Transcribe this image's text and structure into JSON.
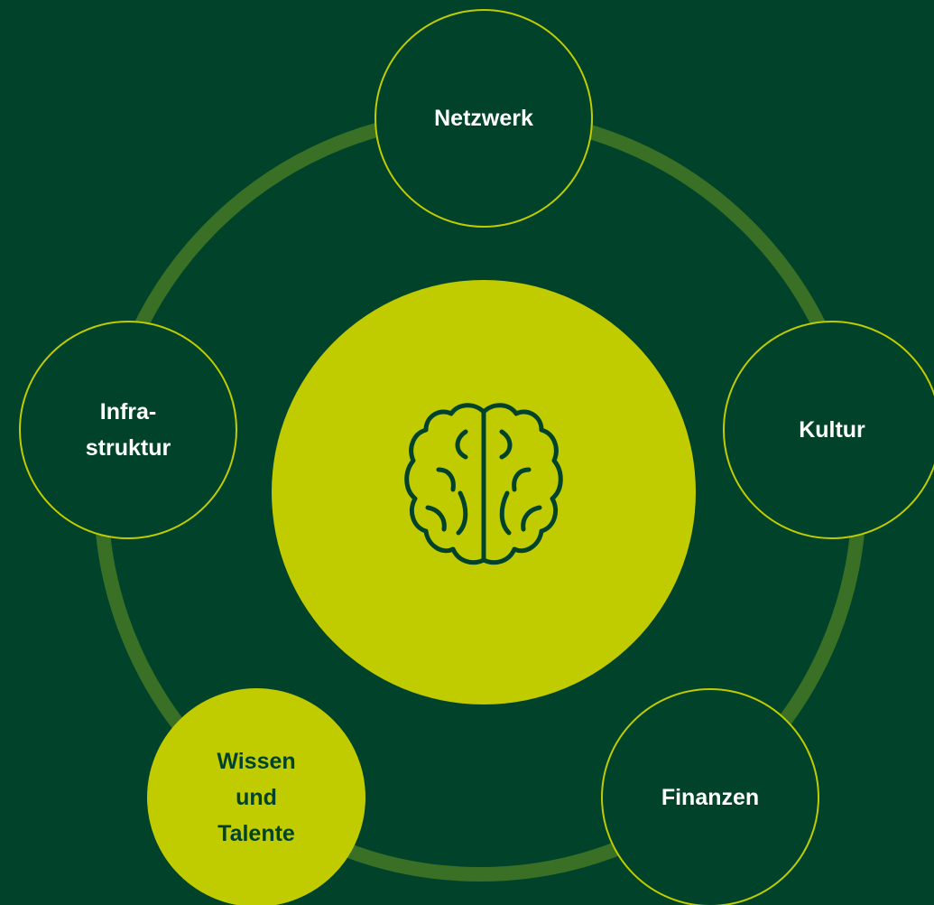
{
  "colors": {
    "background": "#00432a",
    "accent": "#c0cc00",
    "ring": "#3a6f26",
    "text_light": "#ffffff",
    "text_dark": "#00432a"
  },
  "center": {
    "icon": "brain-icon"
  },
  "nodes": [
    {
      "label": "Netzwerk",
      "active": false
    },
    {
      "label": "Kultur",
      "active": false
    },
    {
      "label": "Finanzen",
      "active": false
    },
    {
      "label": "Wissen\nund\nTalente",
      "active": true
    },
    {
      "label": "Infra-\nstruktur",
      "active": false
    }
  ]
}
